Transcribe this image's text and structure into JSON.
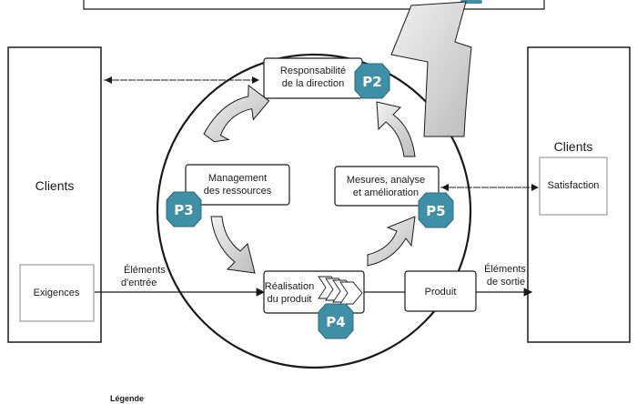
{
  "left_panel": {
    "title": "Clients",
    "inner": "Exigences"
  },
  "right_panel": {
    "title": "Clients",
    "inner": "Satisfaction"
  },
  "processes": {
    "direction": {
      "lines": [
        "Responsabilité",
        "de la direction"
      ]
    },
    "ressources": {
      "lines": [
        "Management",
        "des ressources"
      ]
    },
    "mesures": {
      "lines": [
        "Mesures, analyse",
        "et amélioration"
      ]
    },
    "realisation": {
      "lines": [
        "Réalisation",
        "du produit"
      ]
    }
  },
  "produit": "Produit",
  "inputs": {
    "lines": [
      "Éléments",
      "d'entrée"
    ]
  },
  "outputs": {
    "lines": [
      "Éléments",
      "de sortie"
    ]
  },
  "badges": {
    "p2": "P2",
    "p3": "P3",
    "p4": "P4",
    "p5": "P5"
  },
  "legend": {
    "title": "Légende"
  },
  "colors": {
    "badge_fill": "#3f8fa6",
    "badge_stroke": "#2b6b80",
    "arrow_fill": "#d8d8d8",
    "stroke": "#1a1a1a"
  }
}
